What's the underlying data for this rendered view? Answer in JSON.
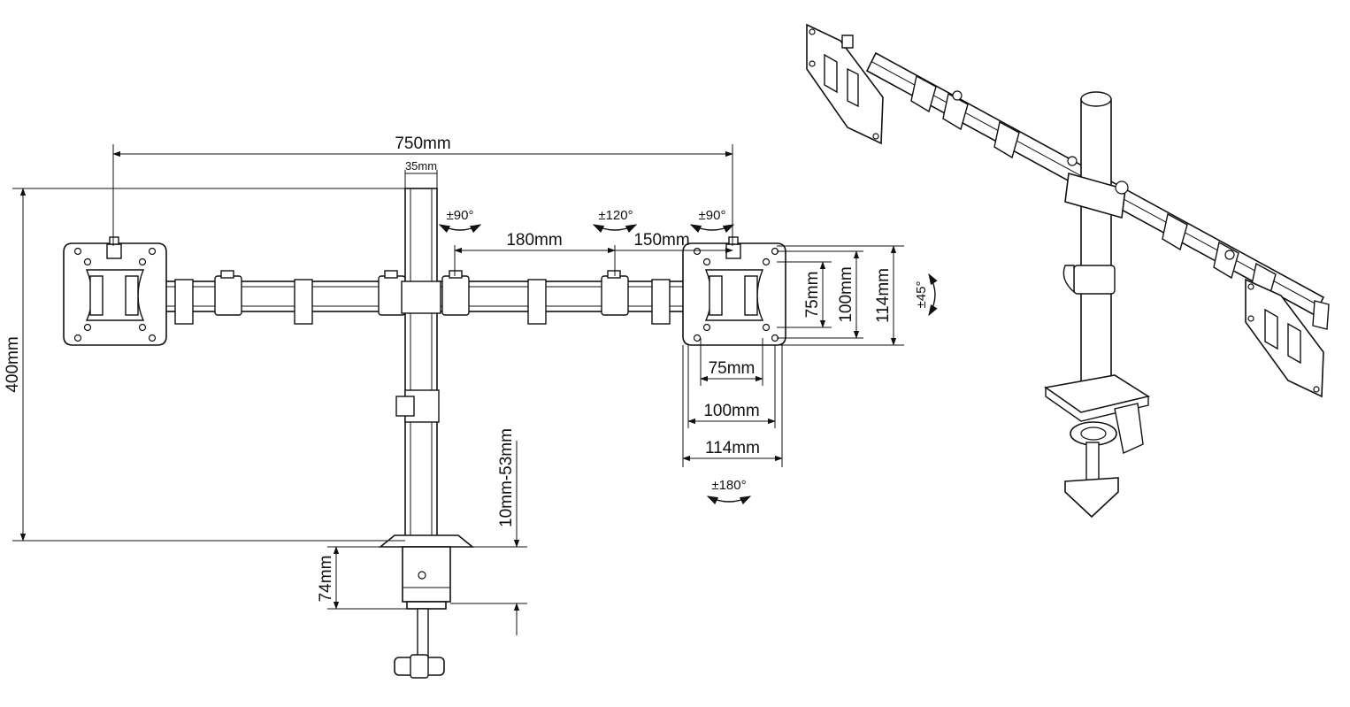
{
  "dimensions": {
    "total_width": "750mm",
    "pole_diameter": "35mm",
    "arm_segment": "180mm",
    "end_segment": "150mm",
    "height": "400mm",
    "clamp_height": "74mm",
    "desk_thickness": "10mm-53mm",
    "vesa_inner_v": "75mm",
    "vesa_outer_v": "100mm",
    "plate_v": "114mm",
    "vesa_inner_h": "75mm",
    "vesa_outer_h": "100mm",
    "plate_h": "114mm"
  },
  "angles": {
    "arm_left": "±90°",
    "arm_middle": "±120°",
    "arm_right": "±90°",
    "tilt": "±45°",
    "rotation": "±180°"
  },
  "colors": {
    "line": "#111111",
    "background": "#ffffff"
  }
}
